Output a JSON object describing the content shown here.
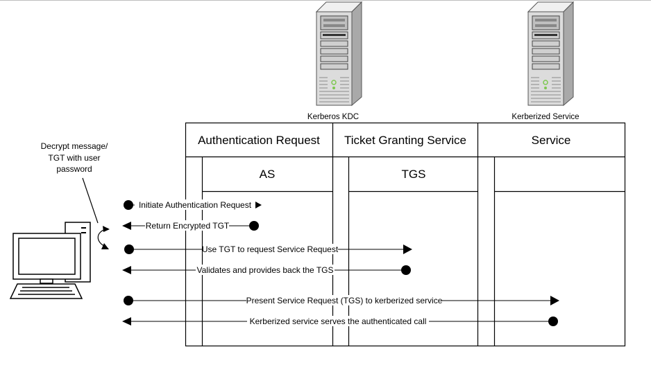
{
  "servers": {
    "kdc_caption": "Kerberos KDC",
    "service_caption": "Kerberized Service"
  },
  "lanes": [
    {
      "header": "Authentication Request",
      "component": "AS"
    },
    {
      "header": "Ticket Granting Service",
      "component": "TGS"
    },
    {
      "header": "Service",
      "component": ""
    }
  ],
  "client": {
    "note_lines": [
      "Decrypt message/",
      "TGT with user",
      "password"
    ]
  },
  "messages": [
    {
      "label": "Initiate Authentication Request",
      "direction": "right"
    },
    {
      "label": "Return Encrypted TGT",
      "direction": "left"
    },
    {
      "label": "Use TGT to request Service Request",
      "direction": "right"
    },
    {
      "label": "Validates and provides back the TGS",
      "direction": "left"
    },
    {
      "label": "Present Service Request (TGS) to kerberized service",
      "direction": "right"
    },
    {
      "label": "Kerberized service serves the authenticated call",
      "direction": "left"
    }
  ],
  "colors": {
    "line": "#000000",
    "server_body": "#d8d8d8",
    "server_dark": "#7a7a7a",
    "led": "#7ec850"
  }
}
